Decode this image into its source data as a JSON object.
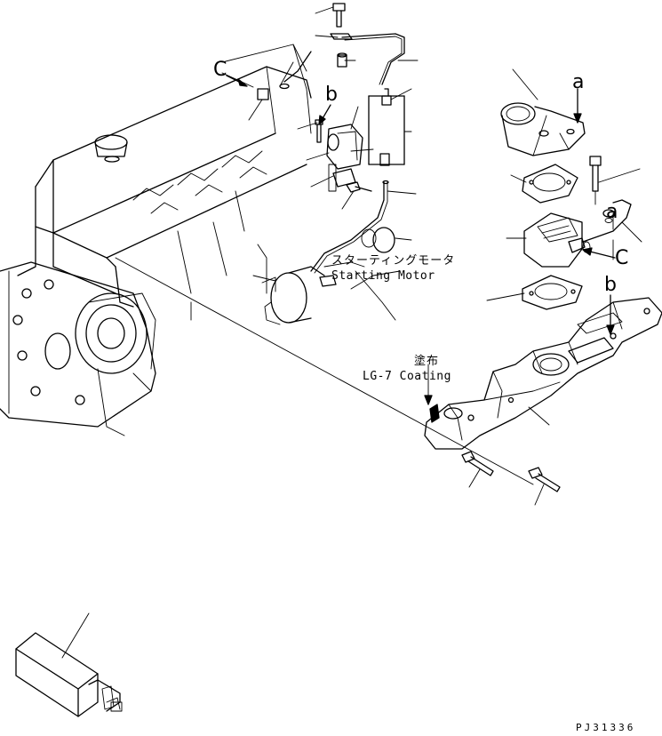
{
  "callouts": {
    "c_top": "C",
    "c_right": "C",
    "b_center": "b",
    "b_right": "b",
    "a_top": "a",
    "a_mid": "a"
  },
  "notes": {
    "starting_motor_jp": "スターティングモータ",
    "starting_motor_en": "Starting Motor",
    "coating_jp": "塗布",
    "coating_en": "LG-7 Coating"
  },
  "document_number": "PJ31336"
}
